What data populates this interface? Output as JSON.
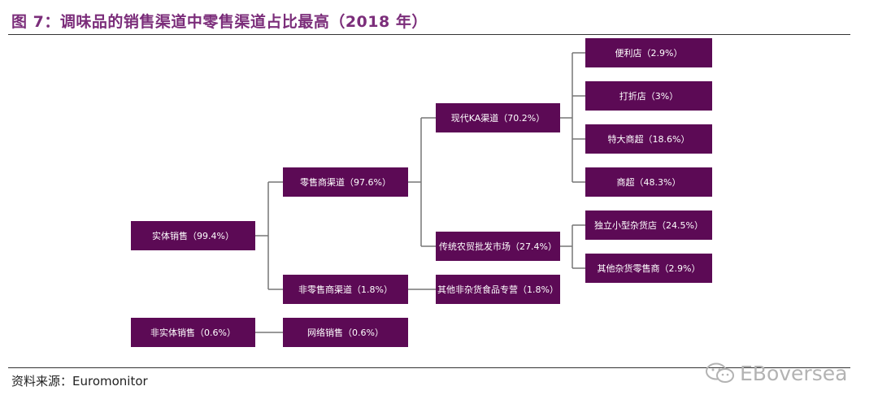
{
  "title": "图 7：调味品的销售渠道中零售渠道占比最高（2018 年）",
  "source": "资料来源：Euromonitor",
  "watermark": "EBoversea",
  "colors": {
    "node_fill": "#5c0a55",
    "title": "#7b2d7a",
    "line": "#777777"
  },
  "nodes": {
    "physical": "实体销售（99.4%）",
    "nonphysical": "非实体销售（0.6%）",
    "retail": "零售商渠道（97.6%）",
    "nonretail": "非零售商渠道（1.8%）",
    "online": "网络销售（0.6%）",
    "modern_ka": "现代KA渠道（70.2%）",
    "traditional": "传统农贸批发市场（27.4%）",
    "other_specialty": "其他非杂货食品专营（1.8%）",
    "convenience": "便利店（2.9%）",
    "discount": "打折店（3%）",
    "hypermarket": "特大商超（18.6%）",
    "supermarket": "商超（48.3%）",
    "independent_grocery": "独立小型杂货店（24.5%）",
    "other_grocery": "其他杂货零售商（2.9%）"
  }
}
